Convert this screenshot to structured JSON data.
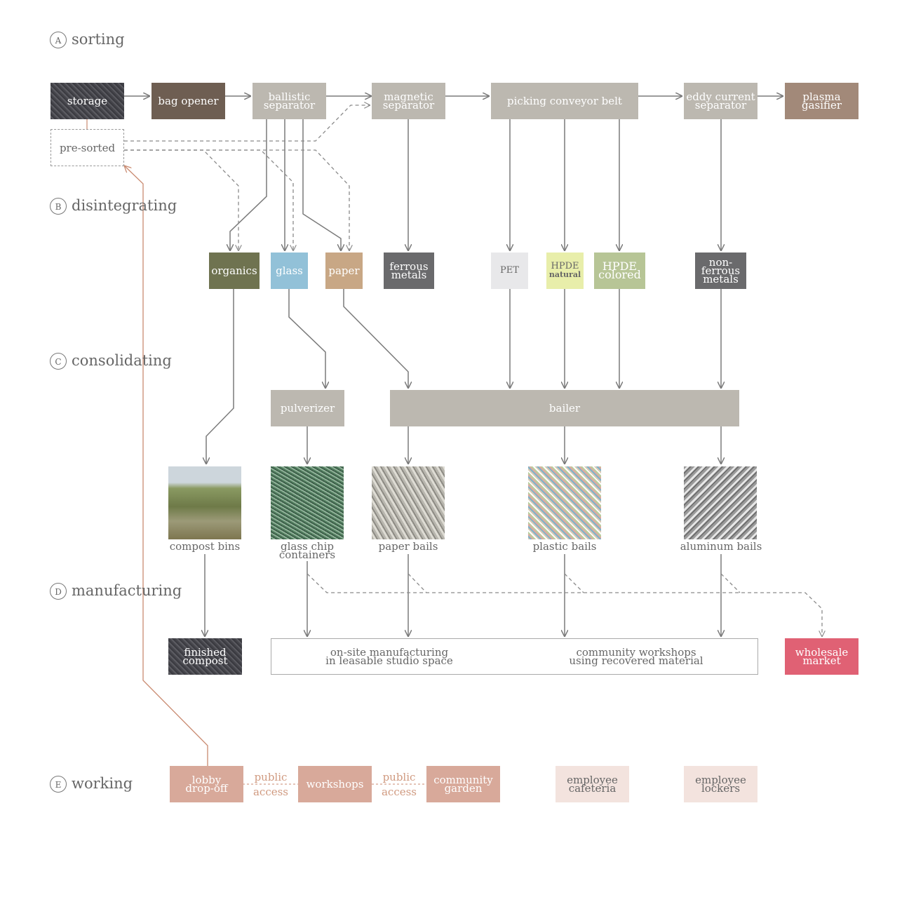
{
  "stages": [
    {
      "letter": "A",
      "name": "sorting"
    },
    {
      "letter": "B",
      "name": "disintegrating"
    },
    {
      "letter": "C",
      "name": "consolidating"
    },
    {
      "letter": "D",
      "name": "manufacturing"
    },
    {
      "letter": "E",
      "name": "working"
    }
  ],
  "sorting": {
    "storage": "storage",
    "bag_opener": "bag opener",
    "ballistic_separator": [
      "ballistic",
      "separator"
    ],
    "magnetic_separator": [
      "magnetic",
      "separator"
    ],
    "picking_conveyor_belt": "picking conveyor belt",
    "eddy_current_separator": [
      "eddy current",
      "separator"
    ],
    "plasma_gasifier": [
      "plasma",
      "gasifier"
    ],
    "pre_sorted": "pre-sorted"
  },
  "disintegrating": {
    "organics": "organics",
    "glass": "glass",
    "paper": "paper",
    "ferrous_metals": [
      "ferrous",
      "metals"
    ],
    "pet": "PET",
    "hpde_natural": [
      "HPDE",
      "natural"
    ],
    "hpde_colored": [
      "HPDE",
      "colored"
    ],
    "non_ferrous_metals": [
      "non-",
      "ferrous",
      "metals"
    ]
  },
  "consolidating": {
    "pulverizer": "pulverizer",
    "bailer": "bailer",
    "compost_bins": "compost bins",
    "glass_chip_containers": [
      "glass chip",
      "containers"
    ],
    "paper_bails": "paper bails",
    "plastic_bails": "plastic bails",
    "aluminum_bails": "aluminum bails"
  },
  "manufacturing": {
    "finished_compost": [
      "finished",
      "compost"
    ],
    "onsite_manufacturing": [
      "on-site manufacturing",
      "in leasable studio space"
    ],
    "community_workshops": [
      "community workshops",
      "using recovered material"
    ],
    "wholesale_market": [
      "wholesale",
      "market"
    ]
  },
  "working": {
    "lobby_dropoff": [
      "lobby",
      "drop-off"
    ],
    "workshops": "workshops",
    "community_garden": [
      "community",
      "garden"
    ],
    "employee_cafeteria": [
      "employee",
      "cafeteria"
    ],
    "employee_lockers": [
      "employee",
      "lockers"
    ],
    "public_access_1": [
      "public",
      "access"
    ],
    "public_access_2": [
      "public",
      "access"
    ]
  },
  "colors": {
    "process_gray": "#bcb8b0",
    "bag_opener": "#6e5e52",
    "plasma": "#a28979",
    "organics": "#6f7350",
    "glass": "#92c1d8",
    "paper": "#c8a785",
    "ferrous": "#6a6a6c",
    "pet": "#e8e8ea",
    "hpde_natural": "#e8eeaa",
    "hpde_colored": "#b7c596",
    "wholesale": "#e06174",
    "working_main": "#d8a99a",
    "working_light": "#f3e3de",
    "arrow": "#7a7a7a",
    "public_link": "#c98a70"
  }
}
